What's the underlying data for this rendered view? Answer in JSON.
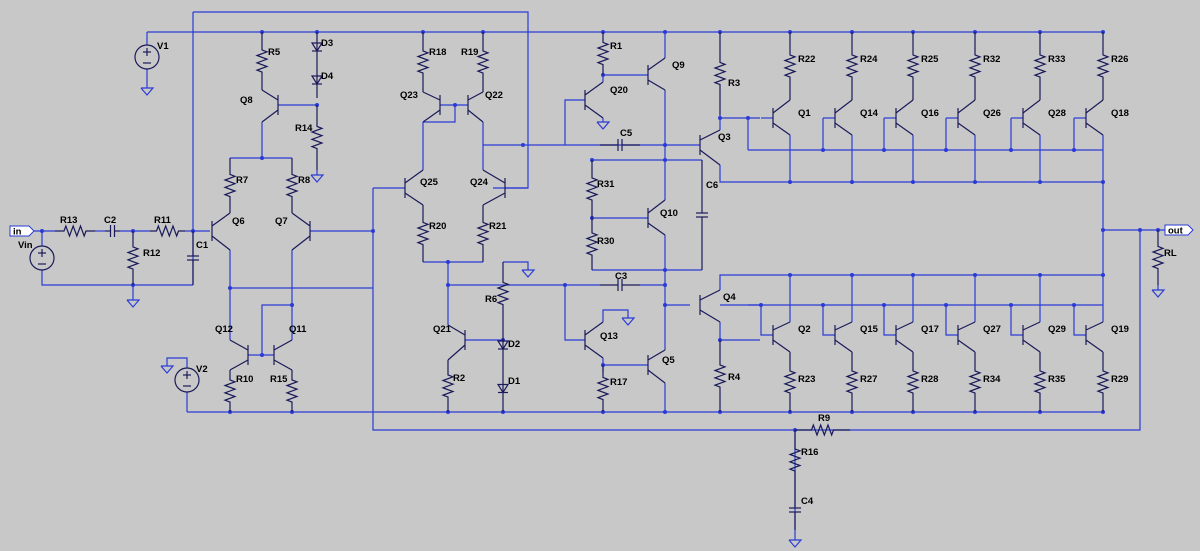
{
  "labels": {
    "V1": "V1",
    "V2": "V2",
    "Vin": "Vin",
    "in": "in",
    "out": "out",
    "RL": "RL",
    "R1": "R1",
    "R2": "R2",
    "R3": "R3",
    "R4": "R4",
    "R5": "R5",
    "R6": "R6",
    "R7": "R7",
    "R8": "R8",
    "R9": "R9",
    "R10": "R10",
    "R11": "R11",
    "R12": "R12",
    "R13": "R13",
    "R14": "R14",
    "R15": "R15",
    "R16": "R16",
    "R17": "R17",
    "R18": "R18",
    "R19": "R19",
    "R20": "R20",
    "R21": "R21",
    "R22": "R22",
    "R23": "R23",
    "R24": "R24",
    "R25": "R25",
    "R26": "R26",
    "R27": "R27",
    "R28": "R28",
    "R29": "R29",
    "R30": "R30",
    "R31": "R31",
    "R32": "R32",
    "R33": "R33",
    "R34": "R34",
    "R35": "R35",
    "C1": "C1",
    "C2": "C2",
    "C3": "C3",
    "C4": "C4",
    "C5": "C5",
    "C6": "C6",
    "D1": "D1",
    "D2": "D2",
    "D3": "D3",
    "D4": "D4",
    "Q1": "Q1",
    "Q2": "Q2",
    "Q3": "Q3",
    "Q4": "Q4",
    "Q5": "Q5",
    "Q6": "Q6",
    "Q7": "Q7",
    "Q8": "Q8",
    "Q9": "Q9",
    "Q10": "Q10",
    "Q11": "Q11",
    "Q12": "Q12",
    "Q13": "Q13",
    "Q14": "Q14",
    "Q15": "Q15",
    "Q16": "Q16",
    "Q17": "Q17",
    "Q18": "Q18",
    "Q19": "Q19",
    "Q20": "Q20",
    "Q21": "Q21",
    "Q22": "Q22",
    "Q23": "Q23",
    "Q24": "Q24",
    "Q25": "Q25",
    "Q26": "Q26",
    "Q27": "Q27",
    "Q28": "Q28",
    "Q29": "Q29"
  },
  "colors": {
    "wire": "#2a3bd6",
    "component": "#1a1a5a",
    "background": "#c8c8c8"
  }
}
